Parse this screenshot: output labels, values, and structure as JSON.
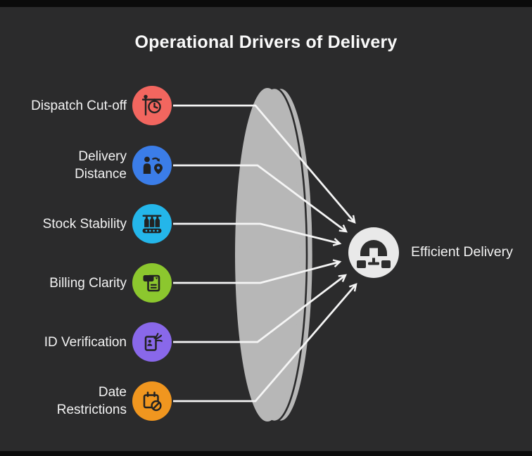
{
  "title": "Operational Drivers of Delivery",
  "colors": {
    "background": "#2b2b2c",
    "top_bottom_bars": "#0b0b0b",
    "title_text": "#fafafa",
    "label_text": "#f3f3f3",
    "lens_fill": "#b7b7b7",
    "arrow": "#f5f5f5",
    "outcome_circle": "#e9e9e9"
  },
  "drivers": [
    {
      "label": "Dispatch Cut-off",
      "lines": [
        "Dispatch Cut-off"
      ],
      "color": "#f2665f",
      "icon": "station-clock-icon"
    },
    {
      "label": "Delivery Distance",
      "lines": [
        "Delivery",
        "Distance"
      ],
      "color": "#3b7de8",
      "icon": "person-route-pin-icon"
    },
    {
      "label": "Stock Stability",
      "lines": [
        "Stock Stability"
      ],
      "color": "#24b6ea",
      "icon": "conveyor-bottles-icon"
    },
    {
      "label": "Billing Clarity",
      "lines": [
        "Billing Clarity"
      ],
      "color": "#8cc72e",
      "icon": "receipt-printer-icon"
    },
    {
      "label": "ID Verification",
      "lines": [
        "ID Verification"
      ],
      "color": "#8968ea",
      "icon": "id-card-hand-icon"
    },
    {
      "label": "Date Restrictions",
      "lines": [
        "Date",
        "Restrictions"
      ],
      "color": "#f0961f",
      "icon": "calendar-blocked-icon"
    }
  ],
  "outcome": {
    "label": "Efficient Delivery",
    "icon": "warehouse-network-icon",
    "circle_color": "#e9e9e9"
  }
}
